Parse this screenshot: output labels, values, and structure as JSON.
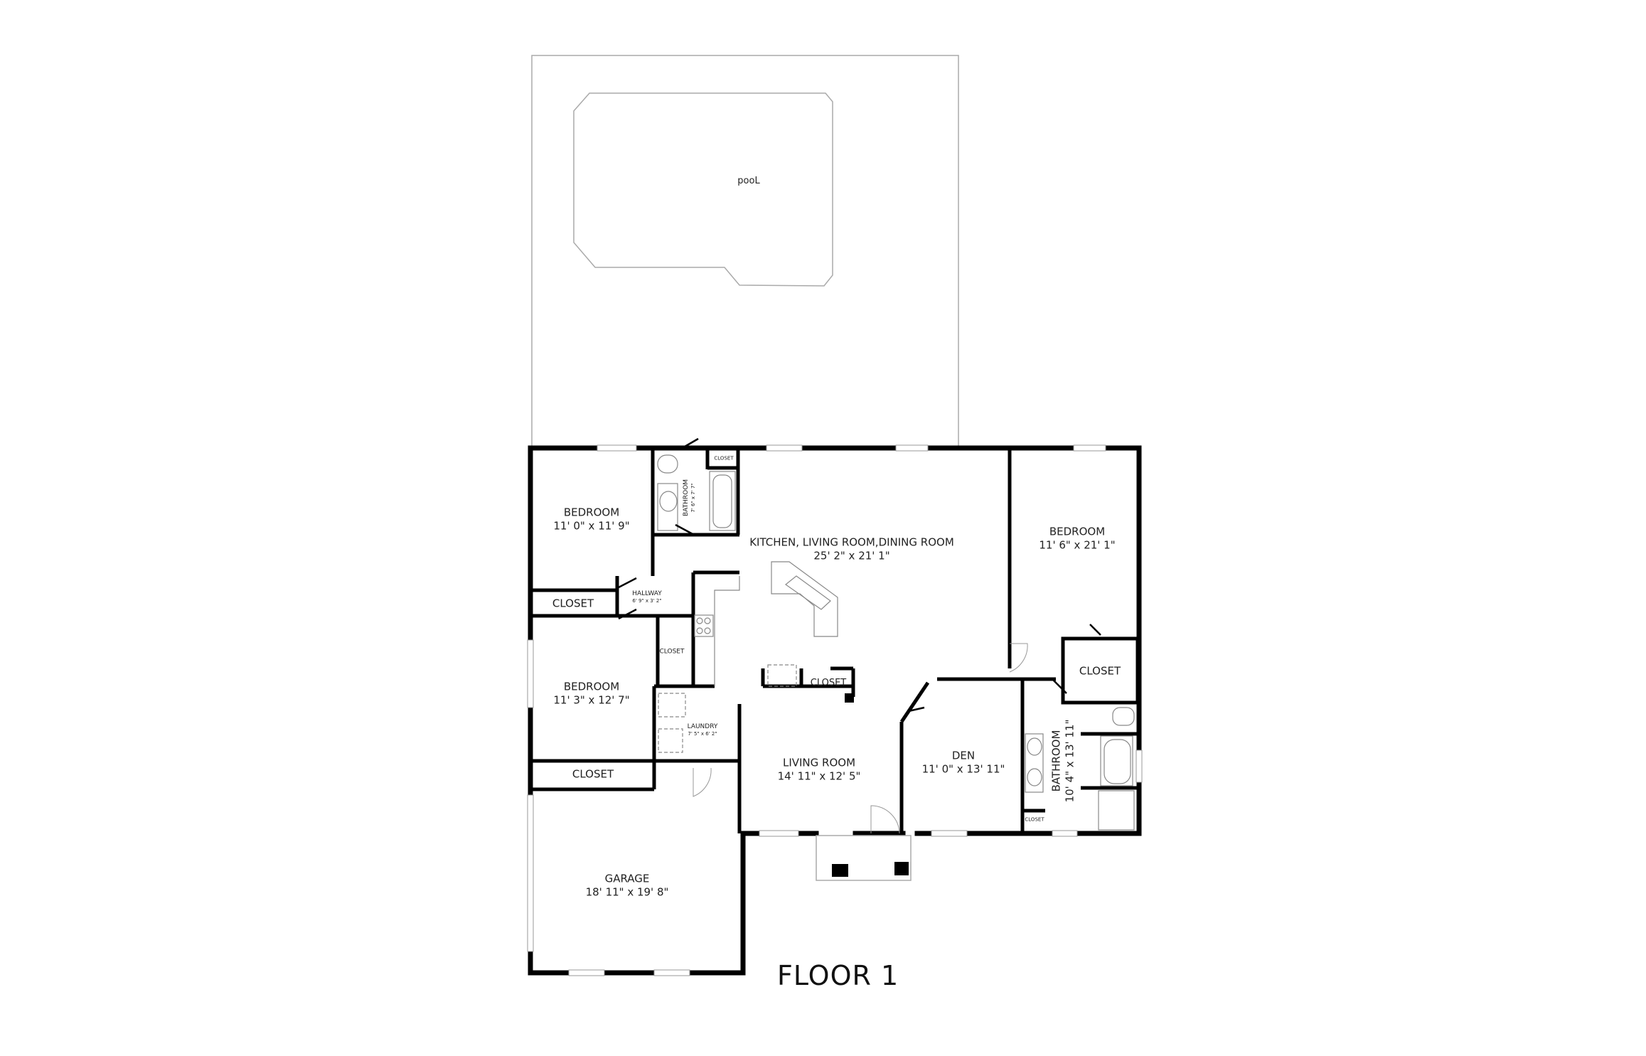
{
  "floor_label": "FLOOR 1",
  "pool": {
    "label": "pooL"
  },
  "rooms": [
    {
      "id": "bedroom-nw",
      "name": "BEDROOM",
      "dims": "11' 0\" x 11' 9\""
    },
    {
      "id": "bathroom-hall",
      "name": "BATHROOM",
      "dims": "7' 6\" x 7' 7\""
    },
    {
      "id": "closet-bath",
      "name": "CLOSET"
    },
    {
      "id": "kitchen-living-dining",
      "name": "KITCHEN, LIVING ROOM,DINING ROOM",
      "dims": "25' 2\" x 21' 1\""
    },
    {
      "id": "bedroom-ne",
      "name": "BEDROOM",
      "dims": "11' 6\" x 21' 1\""
    },
    {
      "id": "closet-nw",
      "name": "CLOSET"
    },
    {
      "id": "hallway",
      "name": "HALLWAY",
      "dims": "6' 9\" x 3' 2\""
    },
    {
      "id": "closet-hall",
      "name": "CLOSET"
    },
    {
      "id": "bedroom-w",
      "name": "BEDROOM",
      "dims": "11' 3\" x 12' 7\""
    },
    {
      "id": "closet-kitchen",
      "name": "CLOSET"
    },
    {
      "id": "closet-ne",
      "name": "CLOSET"
    },
    {
      "id": "laundry",
      "name": "LAUNDRY",
      "dims": "7' 5\" x 6' 2\""
    },
    {
      "id": "closet-w",
      "name": "CLOSET"
    },
    {
      "id": "living-room",
      "name": "LIVING ROOM",
      "dims": "14' 11\" x 12' 5\""
    },
    {
      "id": "den",
      "name": "DEN",
      "dims": "11' 0\" x 13' 11\""
    },
    {
      "id": "bathroom-master",
      "name": "BATHROOM",
      "dims": "10' 4\" x 13' 11\""
    },
    {
      "id": "closet-master-bath",
      "name": "CLOSET"
    },
    {
      "id": "garage",
      "name": "GARAGE",
      "dims": "18' 11\" x 19' 8\""
    }
  ]
}
